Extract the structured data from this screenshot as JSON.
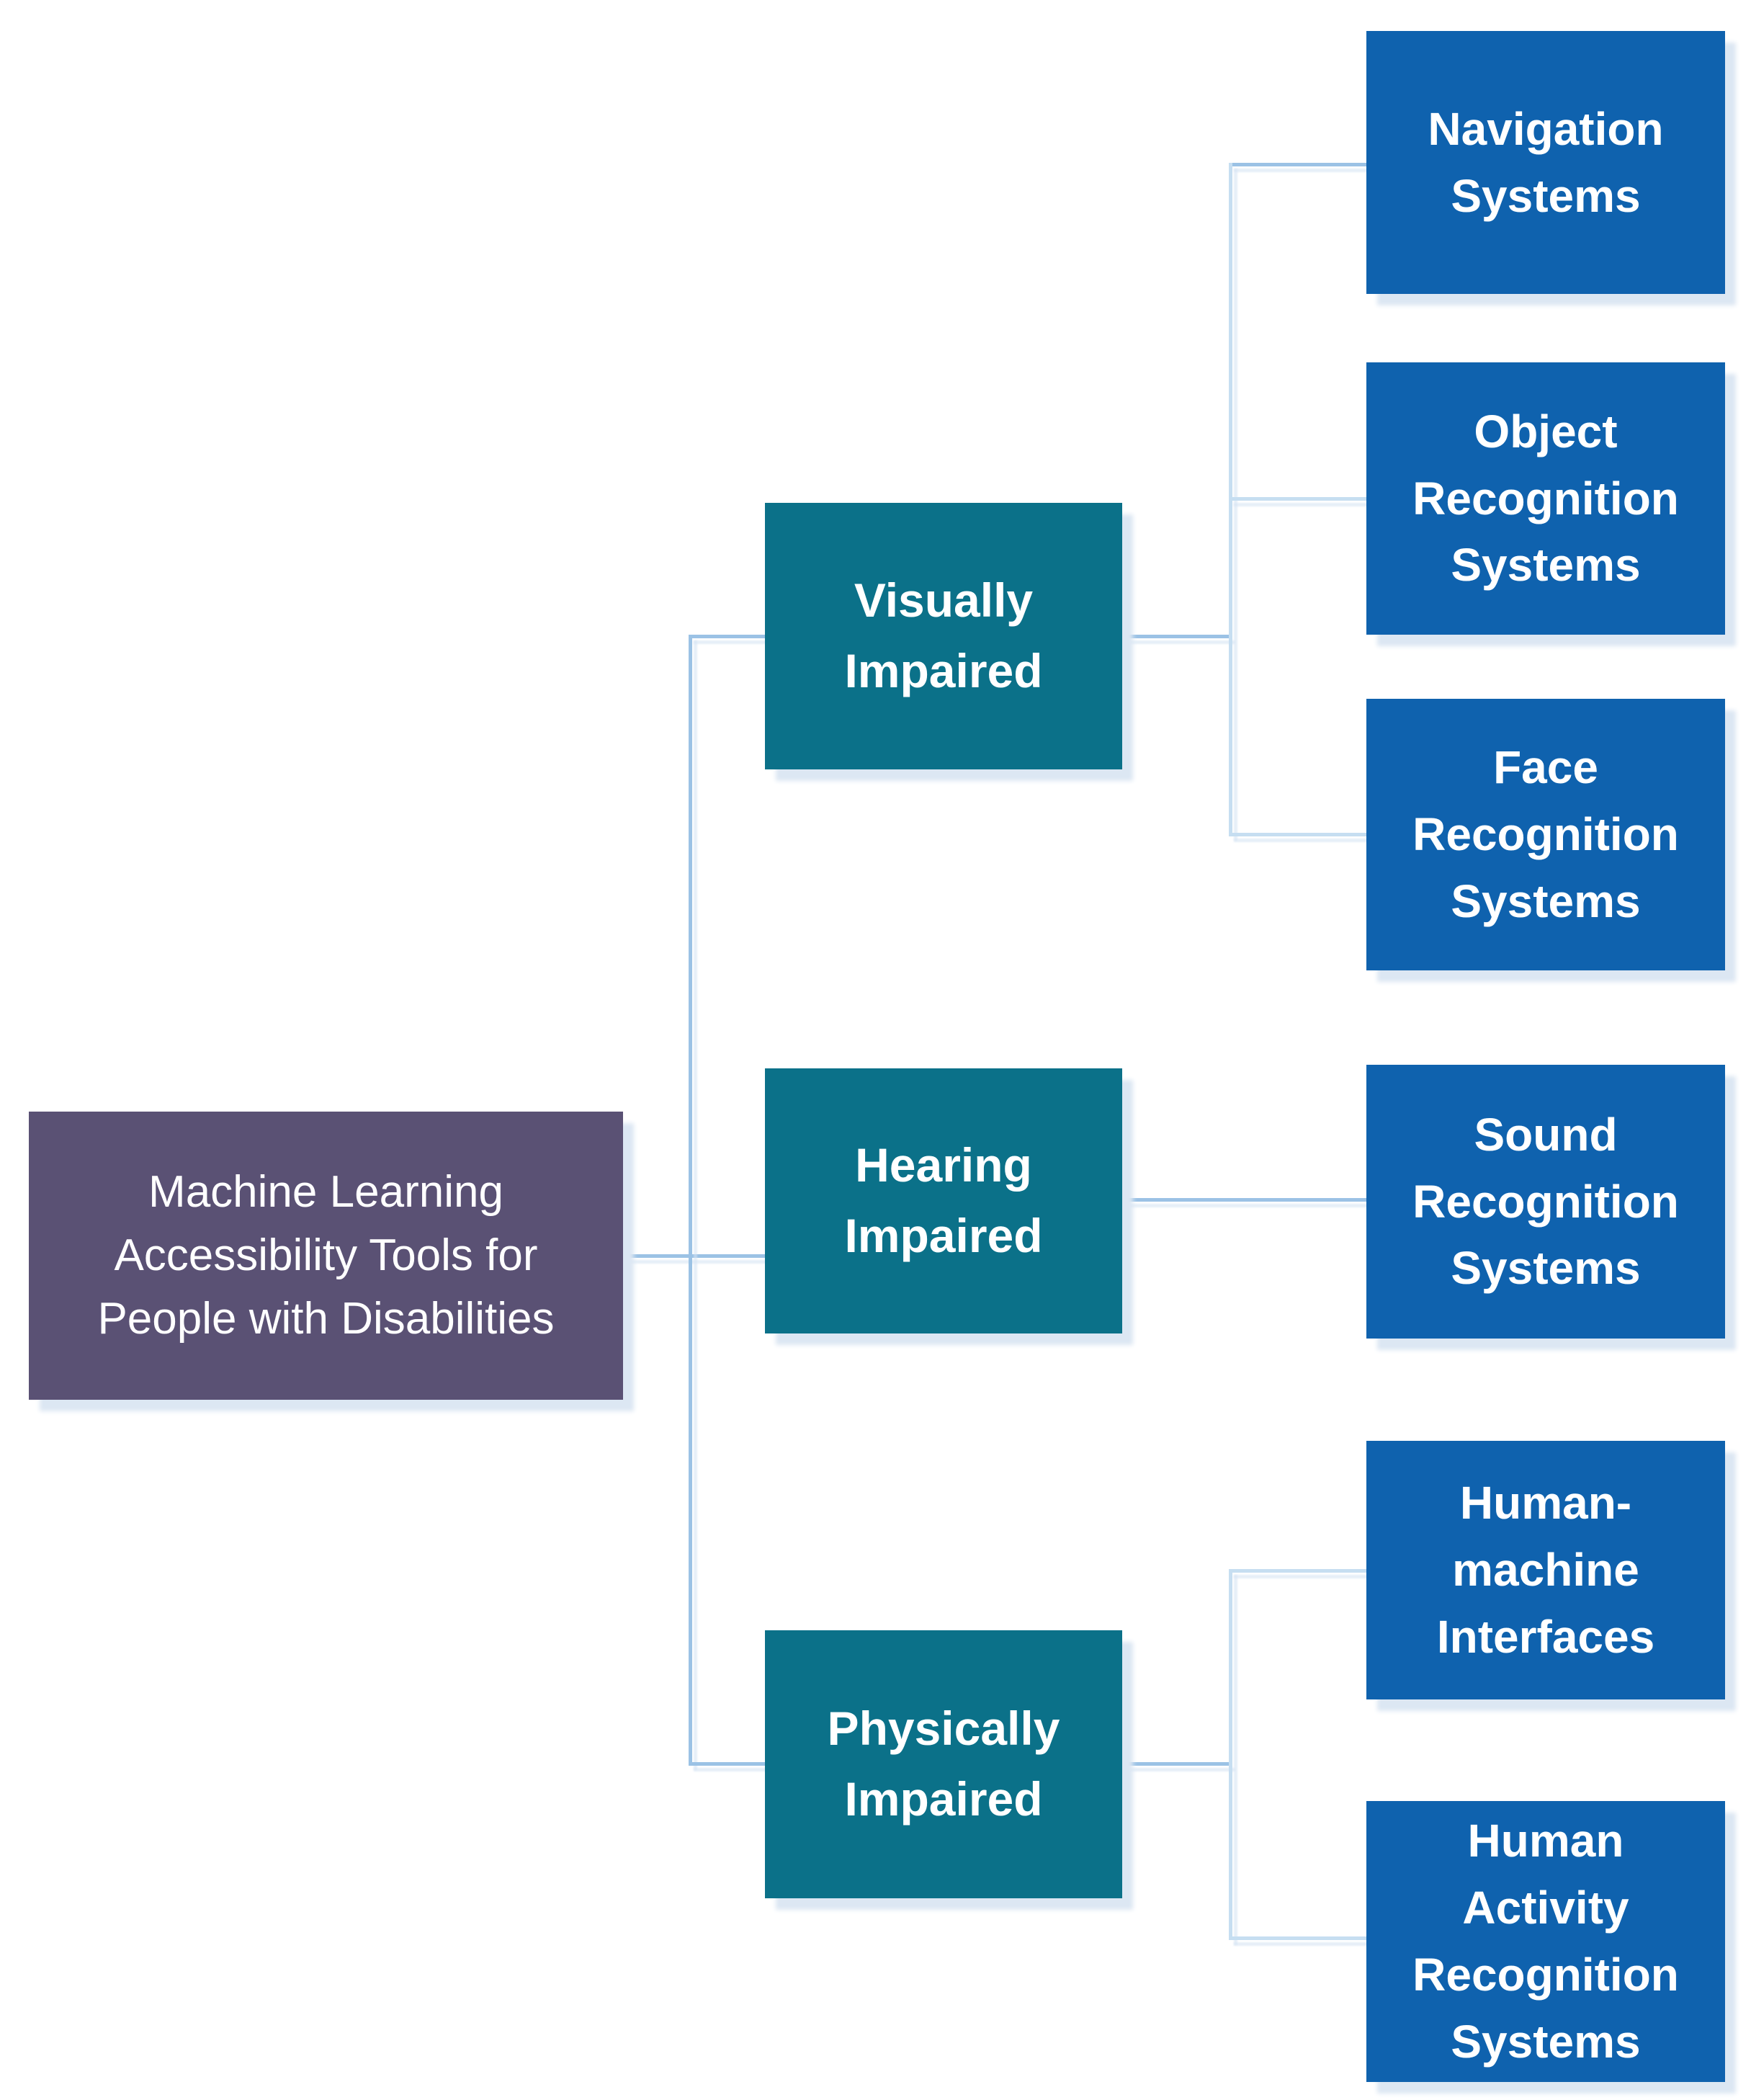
{
  "diagram": {
    "type": "tree-diagram",
    "nodes": {
      "root": {
        "label": "Machine Learning\nAccessibility Tools for\nPeople with Disabilities",
        "level": "root"
      },
      "visually_impaired": {
        "label": "Visually\nImpaired",
        "level": "category"
      },
      "hearing_impaired": {
        "label": "Hearing\nImpaired",
        "level": "category"
      },
      "physically_impaired": {
        "label": "Physically\nImpaired",
        "level": "category"
      },
      "navigation_systems": {
        "label": "Navigation\nSystems",
        "level": "leaf"
      },
      "object_recognition_systems": {
        "label": "Object\nRecognition\nSystems",
        "level": "leaf"
      },
      "face_recognition_systems": {
        "label": "Face\nRecognition\nSystems",
        "level": "leaf"
      },
      "sound_recognition_systems": {
        "label": "Sound\nRecognition\nSystems",
        "level": "leaf"
      },
      "human_machine_interfaces": {
        "label": "Human-\nmachine\nInterfaces",
        "level": "leaf"
      },
      "human_activity_recognition_systems": {
        "label": "Human\nActivity\nRecognition\nSystems",
        "level": "leaf"
      }
    },
    "edges": [
      {
        "from": "root",
        "to": "visually_impaired"
      },
      {
        "from": "root",
        "to": "hearing_impaired"
      },
      {
        "from": "root",
        "to": "physically_impaired"
      },
      {
        "from": "visually_impaired",
        "to": "navigation_systems"
      },
      {
        "from": "visually_impaired",
        "to": "object_recognition_systems"
      },
      {
        "from": "visually_impaired",
        "to": "face_recognition_systems"
      },
      {
        "from": "hearing_impaired",
        "to": "sound_recognition_systems"
      },
      {
        "from": "physically_impaired",
        "to": "human_machine_interfaces"
      },
      {
        "from": "physically_impaired",
        "to": "human_activity_recognition_systems"
      }
    ],
    "colors": {
      "background": "#FFFFFF",
      "root_fill": "#5A5174",
      "category_fill": "#0B7189",
      "leaf_fill": "#0F62AE",
      "text": "#FFFFFF",
      "connector_strong": "#9BC2E5",
      "connector_light": "#C6DEF1",
      "shadow": "#DCE7F3"
    }
  }
}
